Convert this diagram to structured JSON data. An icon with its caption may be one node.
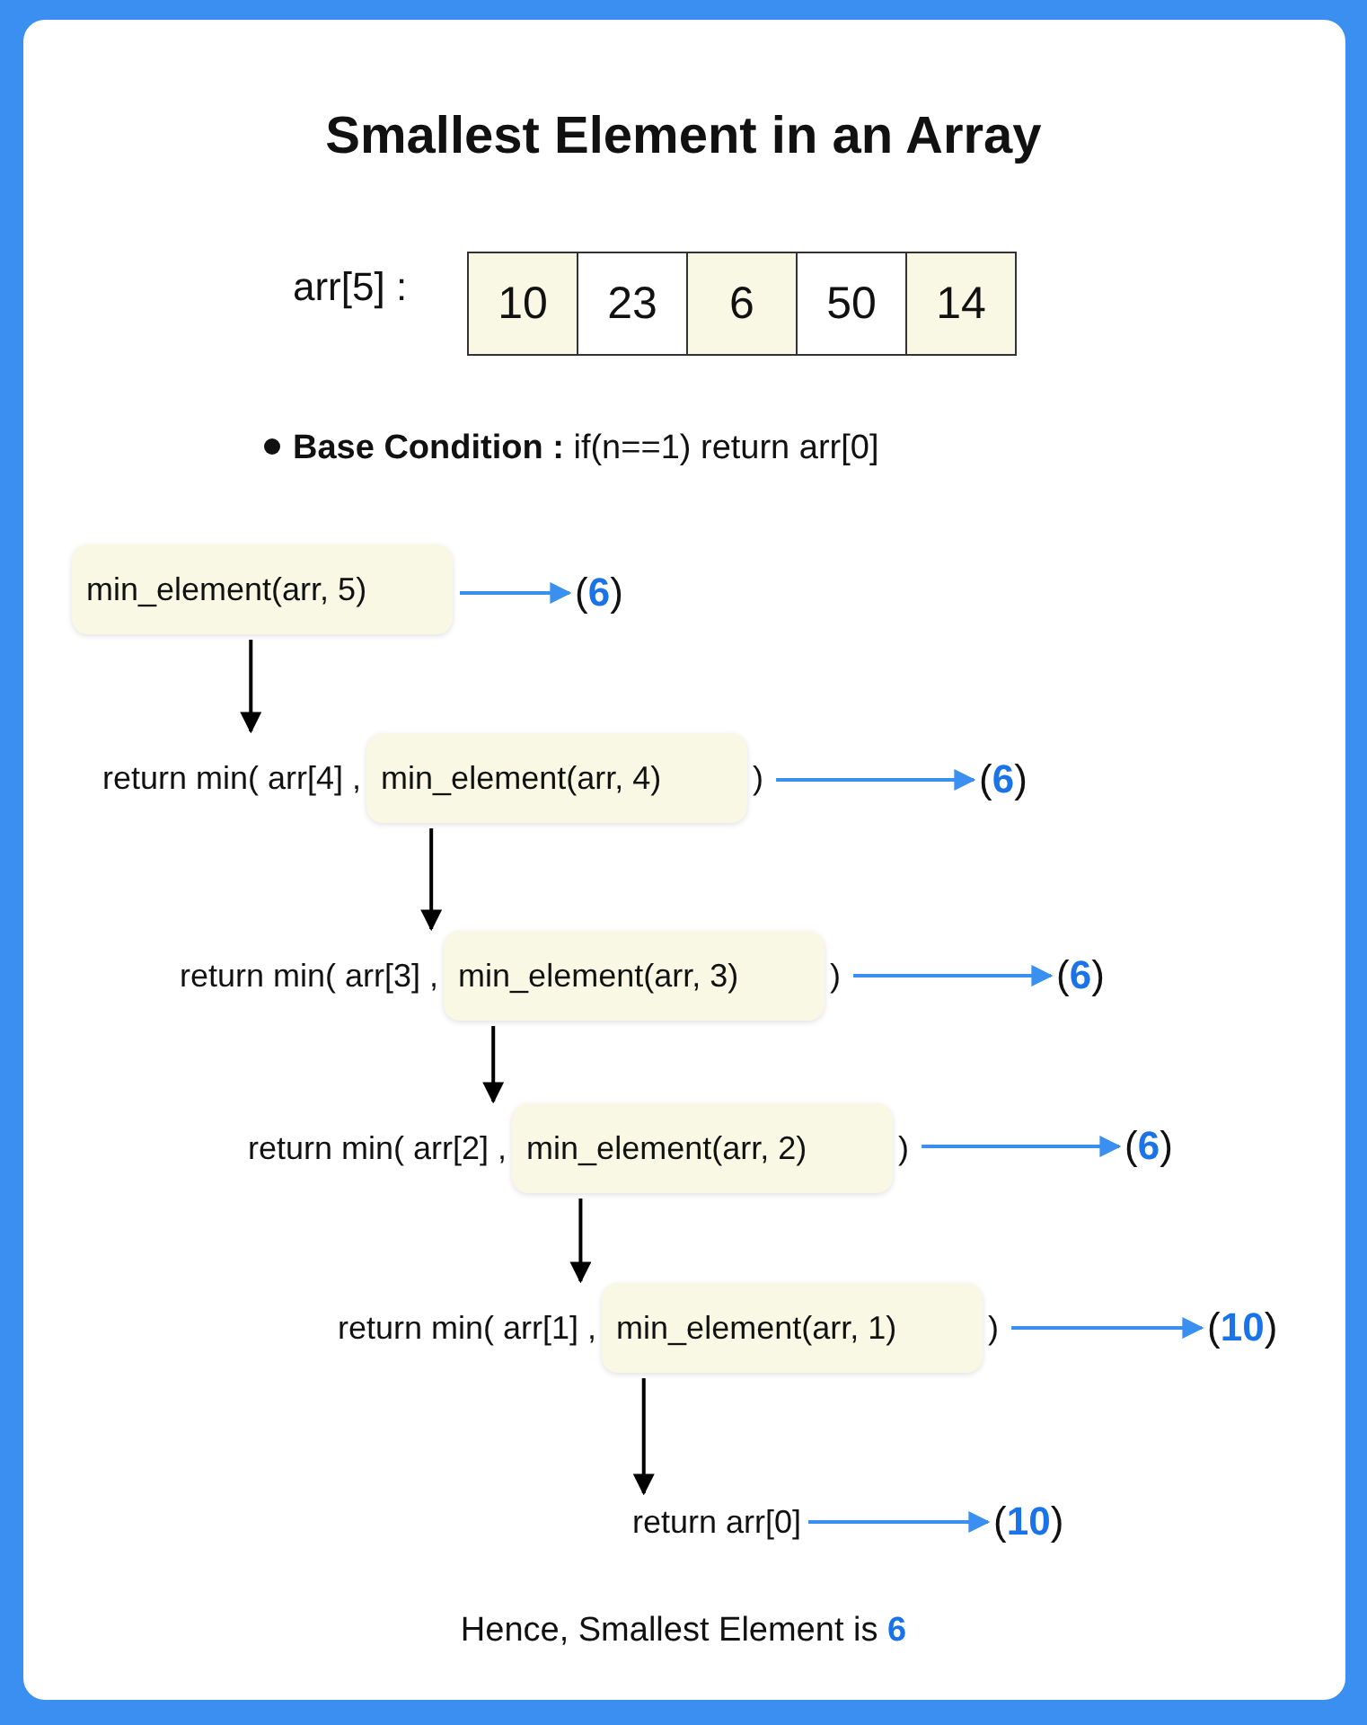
{
  "diagram": {
    "title": "Smallest Element in an Array",
    "nodes": [
      {
        "text": [
          "min_element(arr, 5)"
        ]
      },
      {
        "text": [
          "(**6**)"
        ]
      },
      {
        "text": [
          "return min( arr[4] ,",
          ")"
        ]
      },
      {
        "text": [
          "min_element(arr, 4)"
        ],
        "in": 2
      },
      {
        "text": [
          "(**6**)"
        ]
      },
      {
        "text": [
          "return min( arr[3] ,",
          ")"
        ]
      },
      {
        "text": [
          "min_element(arr, 3)"
        ],
        "in": 5
      },
      {
        "text": [
          "(**6**)"
        ]
      },
      {
        "text": [
          "return min( arr[2] ,",
          ")"
        ]
      },
      {
        "text": [
          "min_element(arr, 2)"
        ],
        "in": 8
      },
      {
        "text": [
          "(**6**)"
        ]
      },
      {
        "text": [
          "return min( arr[1] ,",
          ")"
        ]
      },
      {
        "text": [
          "min_element(arr, 1)"
        ],
        "in": 11
      },
      {
        "text": [
          "(**10**)"
        ]
      },
      {
        "text": [
          "return arr[0]"
        ]
      },
      {
        "text": [
          "(**10**)"
        ]
      }
    ],
    "edges": [
      {
        "from": 0,
        "to": 1,
        "arrow": "to"
      },
      {
        "from": 0,
        "to": 2,
        "arrow": "to",
        "color": "#000000"
      },
      {
        "from": 2,
        "to": 4,
        "arrow": "to"
      },
      {
        "from": 3,
        "to": 5,
        "arrow": "to",
        "color": "#000000"
      },
      {
        "from": 5,
        "to": 7,
        "arrow": "to"
      },
      {
        "from": 6,
        "to": 8,
        "arrow": "to",
        "color": "#000000"
      },
      {
        "from": 8,
        "to": 10,
        "arrow": "to"
      },
      {
        "from": 9,
        "to": 11,
        "arrow": "to",
        "color": "#000000"
      },
      {
        "from": 11,
        "to": 13,
        "arrow": "to"
      },
      {
        "from": 12,
        "to": 14,
        "arrow": "to",
        "color": "#000000"
      },
      {
        "from": 14,
        "to": 15,
        "arrow": "to"
      }
    ],
    "labels": [
      "arr[5] :",
      "10",
      "23",
      "6",
      "50",
      "14",
      "**Base Condition :** if(n==1) return arr[0]",
      "Hence, Smallest Element is **6**"
    ]
  }
}
